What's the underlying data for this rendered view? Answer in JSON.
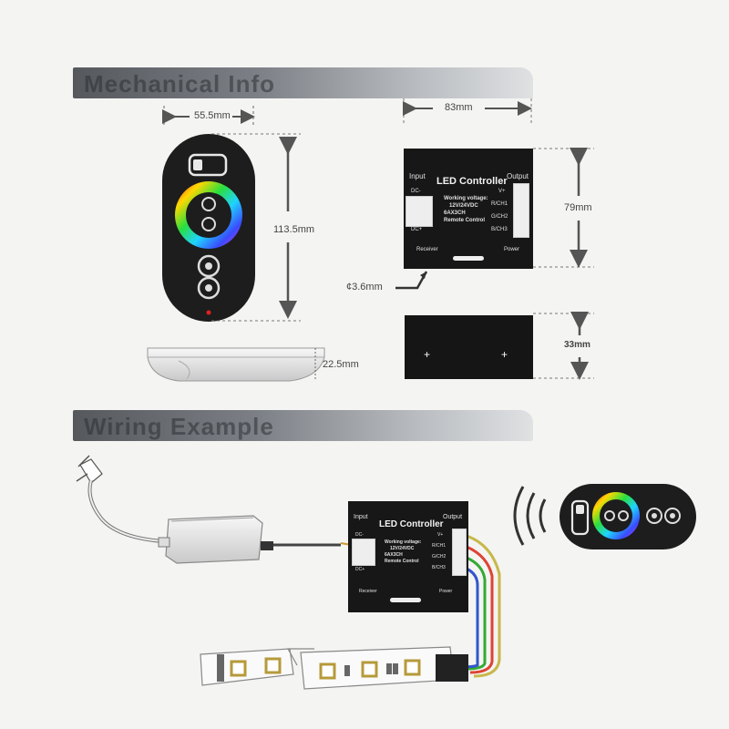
{
  "sections": {
    "mechanical": "Mechanical Info",
    "wiring": "Wiring Example"
  },
  "dimensions": {
    "remote_width": "55.5mm",
    "remote_height": "113.5mm",
    "remote_thickness": "22.5mm",
    "controller_width": "83mm",
    "controller_height": "79mm",
    "controller_depth": "33mm",
    "hole_diameter": "¢3.6mm"
  },
  "controller": {
    "title": "LED Controller",
    "input": "Input",
    "output": "Output",
    "dc_minus": "DC-",
    "dc_plus": "DC+",
    "spec1": "Working voltage:",
    "spec2": "12V/24VDC",
    "spec3": "6AX3CH",
    "spec4": "Remote Control",
    "v_plus": "V+",
    "ch1": "R/CH1",
    "ch2": "G/CH2",
    "ch3": "B/CH3",
    "receiver": "Receiver",
    "power": "Power"
  },
  "colors": {
    "background": "#f4f4f2",
    "device": "#171717",
    "dimension_line": "#555555"
  }
}
